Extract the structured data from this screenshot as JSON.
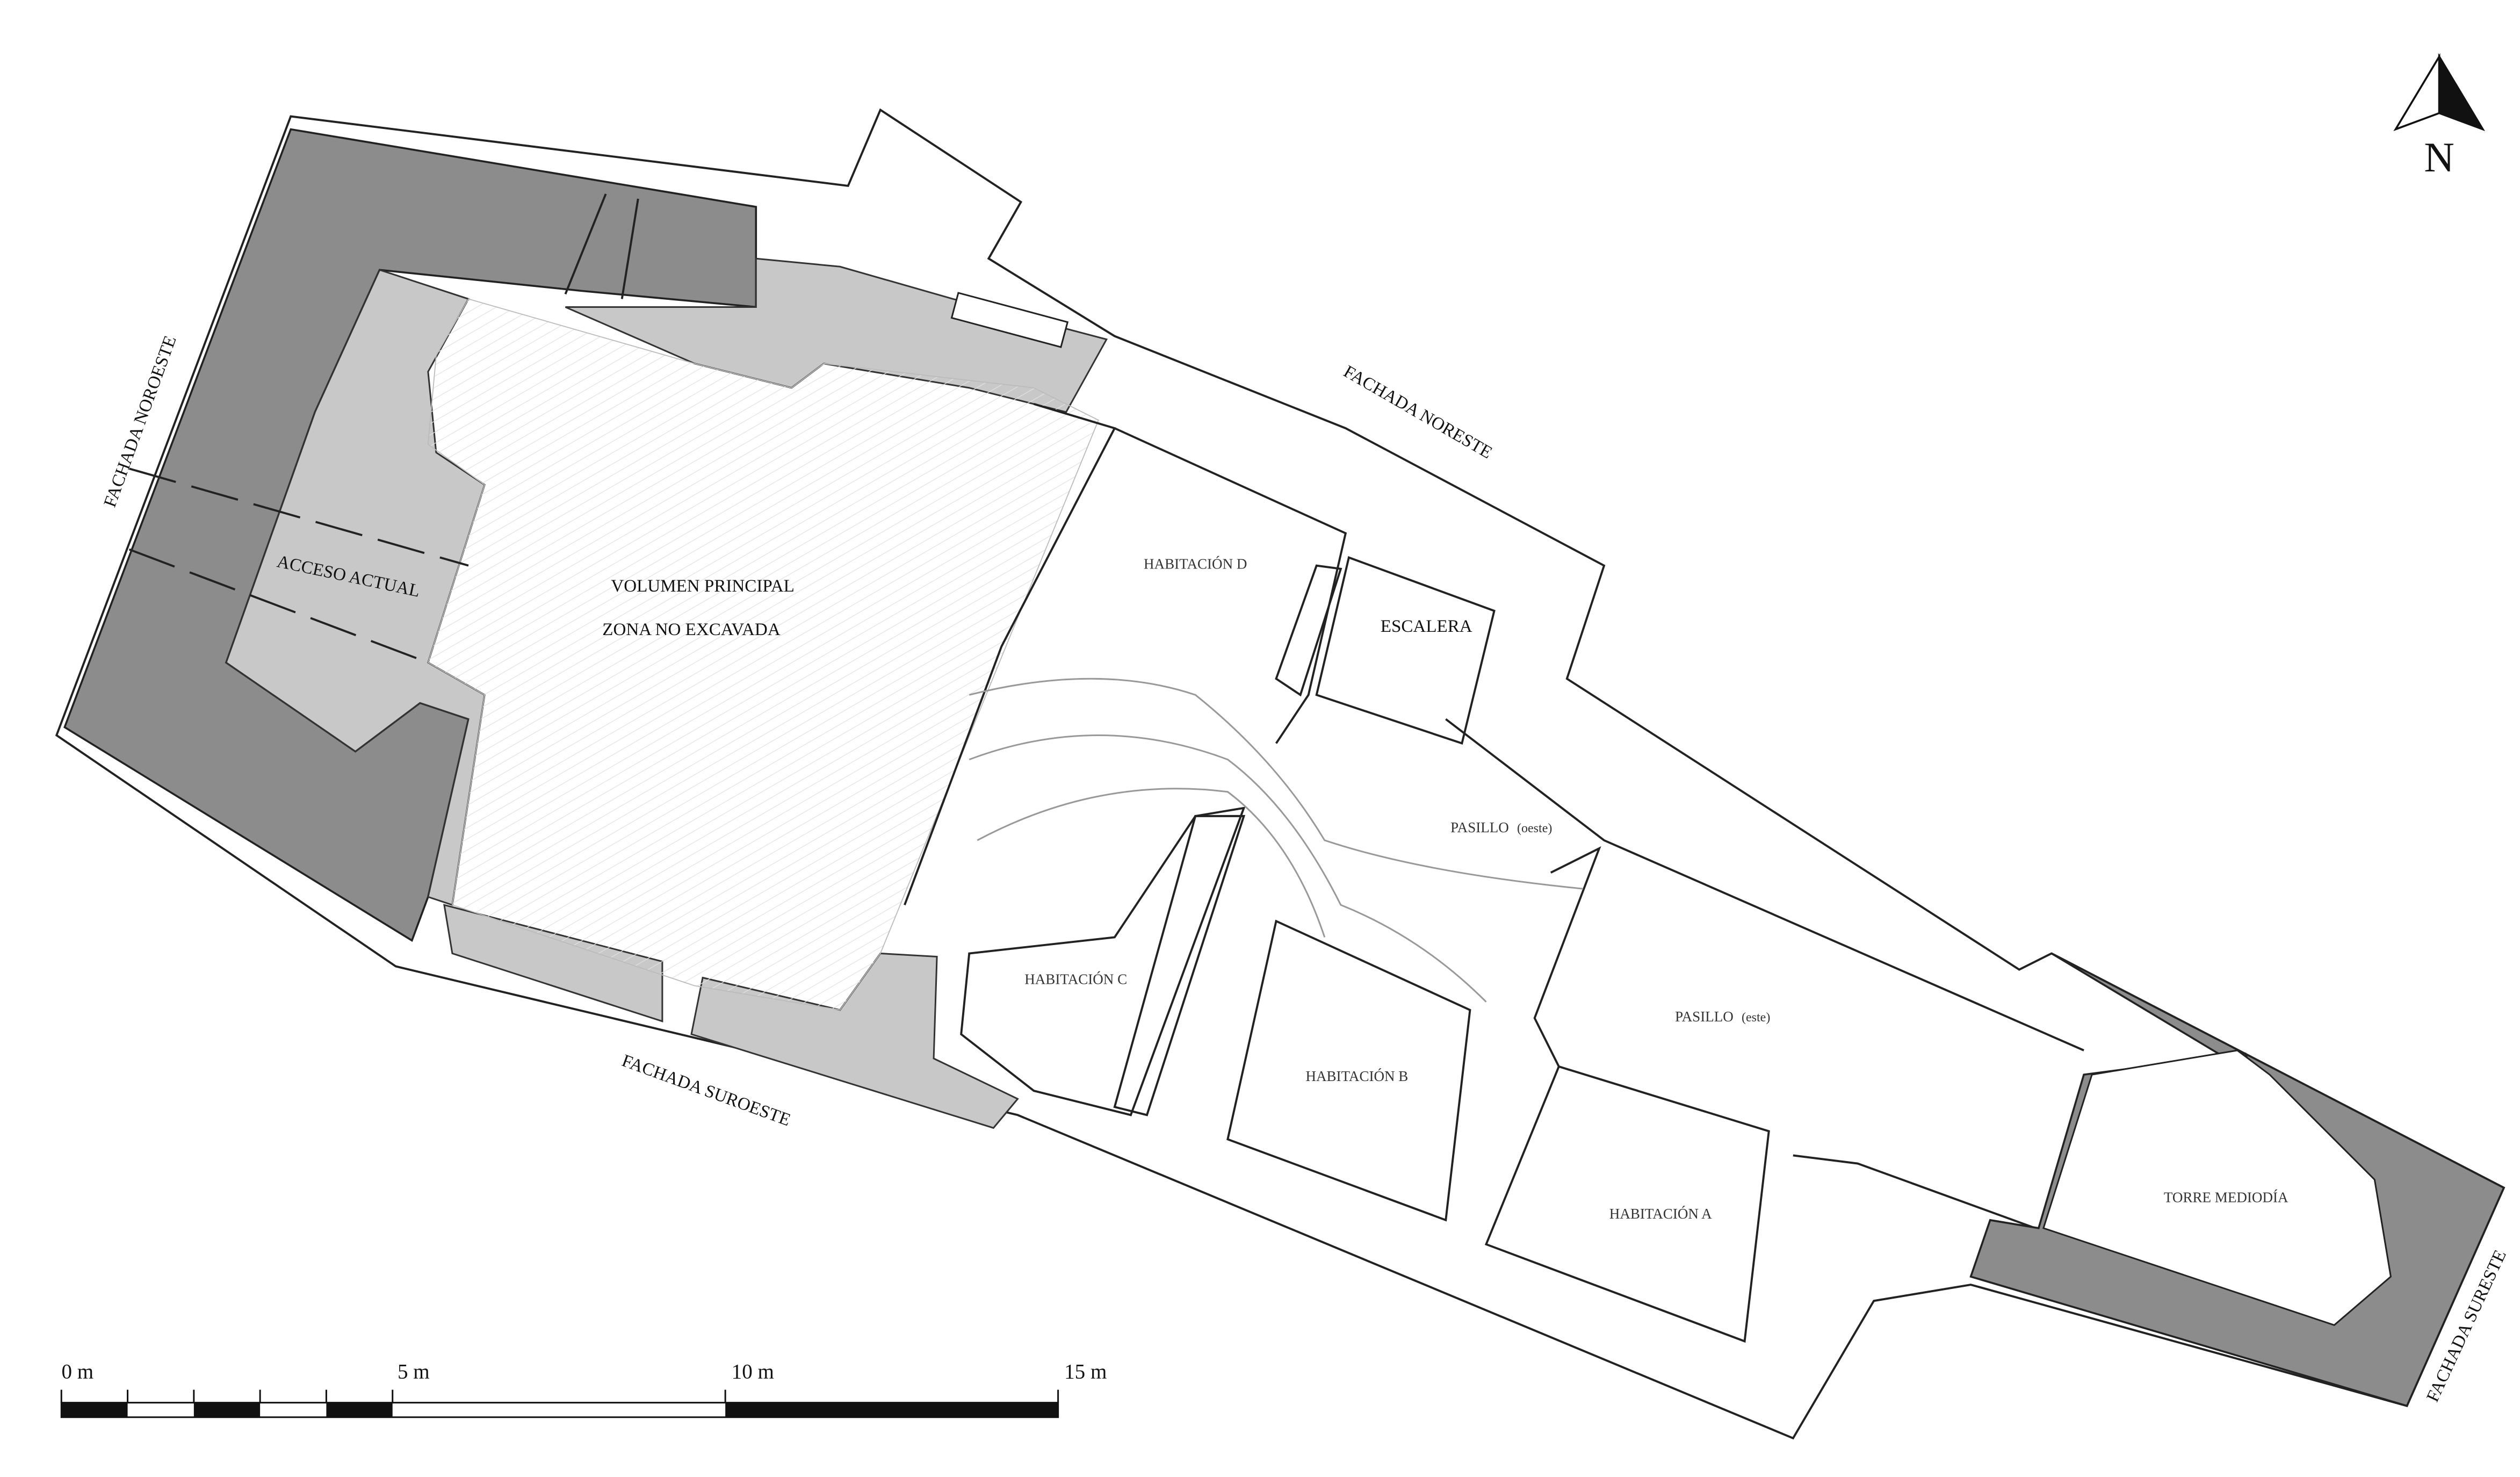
{
  "title_elements": {
    "north_letter": "N"
  },
  "facades": {
    "noroeste": "FACHADA NOROESTE",
    "noreste": "FACHADA NORESTE",
    "suroeste": "FACHADA SUROESTE",
    "sureste": "FACHADA SURESTE"
  },
  "areas": {
    "acceso": "ACCESO ACTUAL",
    "volumen": "VOLUMEN PRINCIPAL",
    "zona": "ZONA NO EXCAVADA",
    "hab_d": "HABITACIÓN D",
    "escalera": "ESCALERA",
    "pasillo_oeste": "PASILLO",
    "pasillo_oeste_sub": "(oeste)",
    "pasillo_este": "PASILLO",
    "pasillo_este_sub": "(este)",
    "hab_c": "HABITACIÓN C",
    "hab_b": "HABITACIÓN B",
    "hab_a": "HABITACIÓN A",
    "torre": "TORRE MEDIODÍA"
  },
  "scale_bar": {
    "labels": [
      "0 m",
      "5 m",
      "10 m",
      "15 m"
    ],
    "total_m": 15
  },
  "colors": {
    "wall_dark": "#8c8c8c",
    "wall_light": "#c8c8c8",
    "ink": "#222222"
  }
}
